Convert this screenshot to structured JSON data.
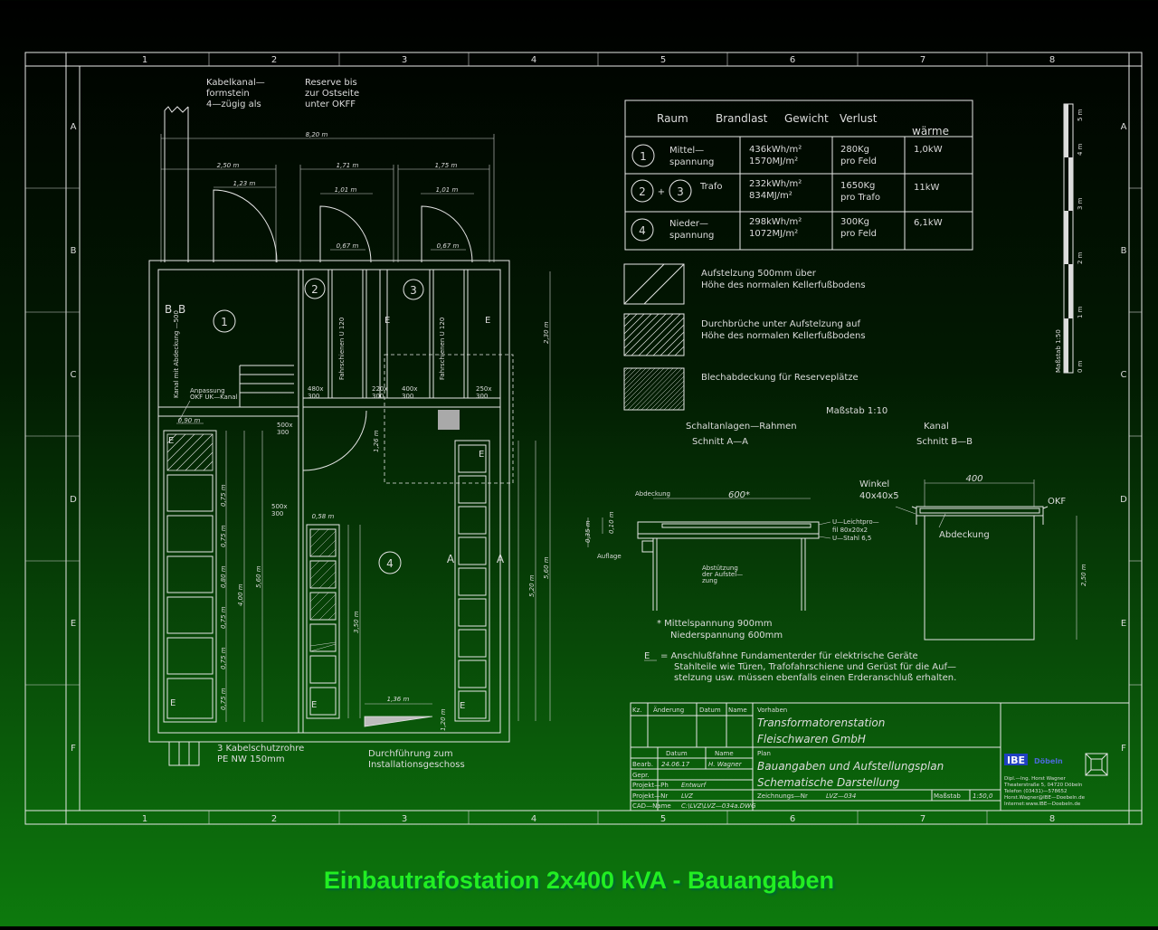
{
  "caption": "Einbautrafostation 2x400 kVA - Bauangaben",
  "frame": {
    "col_labels": [
      "1",
      "2",
      "3",
      "4",
      "5",
      "6",
      "7",
      "8"
    ],
    "row_labels": [
      "A",
      "B",
      "C",
      "D",
      "E",
      "F"
    ]
  },
  "plan": {
    "notes": {
      "kabelkanal": [
        "Kabelkanal—",
        "formstein",
        "4—zügig als"
      ],
      "reserve": [
        "Reserve bis",
        "zur Ostseite",
        "unter OKFF"
      ],
      "schutzrohre": [
        "3 Kabelschutzrohre",
        "PE NW 150mm"
      ],
      "durchfuehrung": [
        "Durchführung zum",
        "Installationsgeschoss"
      ],
      "kanal_vert": "Kanal mit Abdeckung —500",
      "anpassung": [
        "Anpassung",
        "OKF UK—Kanal"
      ]
    },
    "dims": {
      "total": "8,20 m",
      "w1": "2,50 m",
      "w2": "1,71 m",
      "w3": "1,75 m",
      "d1": "1,23 m",
      "d2": "1,01 m",
      "d3": "1,01 m",
      "e1": "0,67 m",
      "e2": "0,67 m",
      "h1": "2,30 m",
      "h2": "1,26 m",
      "h3": "5,20 m",
      "h4": "5,60 m",
      "h5": "4,00 m",
      "h6": "3,50 m",
      "h7": "1,20 m",
      "b1": "0,90 m",
      "b2": "0,58 m",
      "b3": "1,36 m",
      "r1": "0,75 m",
      "r2": "0,80 m",
      "o1": "480x 300",
      "o2": "220x 300",
      "o3": "400x 300",
      "o4": "250x 300",
      "o5": "500x 300",
      "o6": "500x 300"
    },
    "rooms": [
      "1",
      "2",
      "3",
      "4"
    ],
    "sections": [
      "A",
      "A",
      "B",
      "B"
    ],
    "earth_marks": [
      "E",
      "E",
      "E",
      "E",
      "E",
      "E",
      "E"
    ]
  },
  "table": {
    "headers": [
      "Raum",
      "Brandlast",
      "Gewicht",
      "Verlust",
      "wärme"
    ],
    "rows": [
      {
        "raum": "1",
        "name": [
          "Mittel—",
          "spannung"
        ],
        "brand": [
          "436kWh/m²",
          "1570MJ/m²"
        ],
        "gewicht": [
          "280Kg",
          "pro Feld"
        ],
        "verlust": "1,0kW"
      },
      {
        "raum": "2",
        "raum2": "3",
        "plus": "+",
        "name": [
          "Trafo"
        ],
        "brand": [
          "232kWh/m²",
          "834MJ/m²"
        ],
        "gewicht": [
          "1650Kg",
          "pro Trafo"
        ],
        "verlust": "11kW"
      },
      {
        "raum": "4",
        "name": [
          "Nieder—",
          "spannung"
        ],
        "brand": [
          "298kWh/m²",
          "1072MJ/m²"
        ],
        "gewicht": [
          "300Kg",
          "pro Feld"
        ],
        "verlust": "6,1kW"
      }
    ]
  },
  "legend": [
    {
      "text": [
        "Aufstelzung        500mm über",
        "Höhe des normalen Kellerfußbodens"
      ]
    },
    {
      "text": [
        "Durchbrüche unter Aufstelzung auf",
        "Höhe des normalen Kellerfußbodens"
      ]
    },
    {
      "text": [
        "Blechabdeckung für Reserveplätze"
      ]
    }
  ],
  "scale_bar": {
    "label": "Maßstab 1:50",
    "ticks": [
      "5 m",
      "4 m",
      "3 m",
      "2 m",
      "1 m",
      "0 m"
    ]
  },
  "detail": {
    "scale": "Maßstab 1:10",
    "left_title": [
      "Schaltanlagen—Rahmen",
      "Schnitt A—A"
    ],
    "right_title": [
      "Kanal",
      "Schnitt B—B"
    ],
    "abdeckung_small": "Abdeckung",
    "width_left": "600*",
    "profiles": [
      "U—Leichtpro—",
      "fil 80x20x2",
      "U—Stahl 6,5"
    ],
    "auflage": "Auflage",
    "abstuetzung": [
      "Abstützung",
      "der Aufstel—",
      "zung"
    ],
    "winkel": [
      "Winkel",
      "40x40x5"
    ],
    "width_right": "400",
    "okf": "OKF",
    "abdeckung": "Abdeckung",
    "depth": "2,50 m",
    "dim_small": [
      "0,35 m",
      "0,10 m"
    ],
    "footnote": [
      "* Mittelspannung 900mm",
      "Niederspannung 600mm"
    ]
  },
  "earth_note": [
    "= Anschlußfahne Fundamenterder für elektrische Geräte",
    "Stahlteile wie Türen, Trafofahrschiene und Gerüst für die Auf—",
    "stelzung usw. müssen ebenfalls einen Erderanschluß erhalten."
  ],
  "titleblock": {
    "rev_headers": [
      "Kz.",
      "Änderung",
      "Datum",
      "Name"
    ],
    "vorhaben_label": "Vorhaben",
    "vorhaben": [
      "Transformatorenstation",
      "Fleischwaren GmbH"
    ],
    "plan_label": "Plan",
    "plan": [
      "Bauangaben und Aufstellungsplan",
      "Schematische Darstellung"
    ],
    "datum_label": "Datum",
    "name_label": "Name",
    "bearb_label": "Bearb.",
    "bearb_datum": "24.06.17",
    "bearb_name": "H. Wagner",
    "gepr_label": "Gepr.",
    "projekt_ph_label": "Projekt—Ph",
    "projekt_ph": "Entwurf",
    "projekt_nr_label": "Projekt—Nr",
    "projekt_nr": "LVZ",
    "zeichnungs_label": "Zeichnungs—Nr",
    "zeichnungs_nr": "LVZ—034",
    "massstab_label": "Maßstab",
    "massstab": "1:50,0",
    "cad_label": "CAD—Name",
    "cad": "C:\\LVZ\\LVZ—034a.DWG",
    "company": "IBE",
    "company_city": "Döbeln",
    "company_lines": [
      "Dipl.—Ing. Horst Wagner",
      "Theaterstraße 5, 04720 Döbeln",
      "Telefon (03431)—578652",
      "Horst.Wagner@IBE—Doebeln.de",
      "Internet:www.IBE—Doebeln.de"
    ]
  }
}
